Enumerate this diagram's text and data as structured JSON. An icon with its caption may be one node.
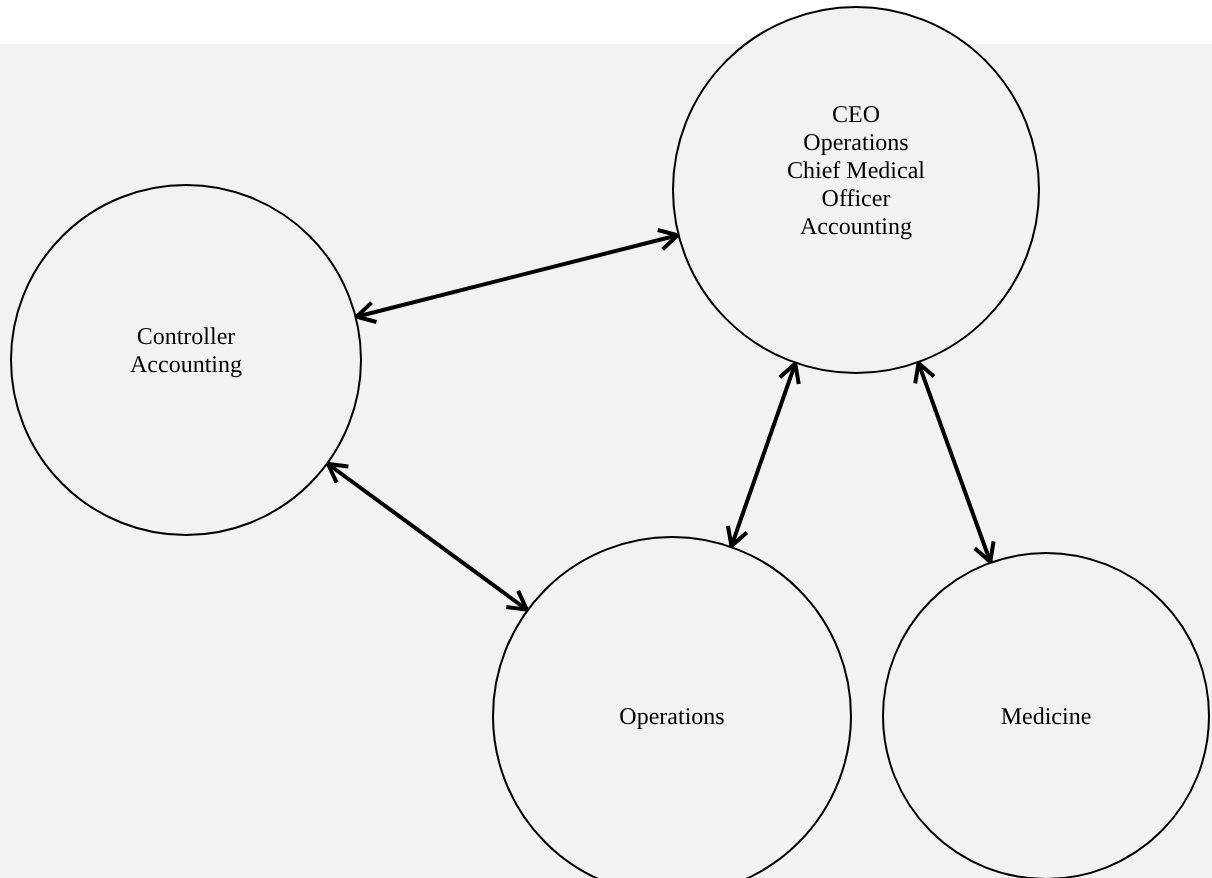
{
  "diagram": {
    "nodes": [
      {
        "text": [
          "Controller",
          "Accounting"
        ]
      },
      {
        "text": [
          "CEO",
          "Operations",
          "Chief Medical Officer",
          "Accounting"
        ]
      },
      {
        "text": [
          "Operations"
        ]
      },
      {
        "text": [
          "Medicine"
        ]
      }
    ],
    "edges": [
      {
        "from": 0,
        "to": 1,
        "arrow": "both"
      },
      {
        "from": 0,
        "to": 2,
        "arrow": "both"
      },
      {
        "from": 1,
        "to": 2,
        "arrow": "both"
      },
      {
        "from": 1,
        "to": 3,
        "arrow": "both"
      }
    ]
  }
}
